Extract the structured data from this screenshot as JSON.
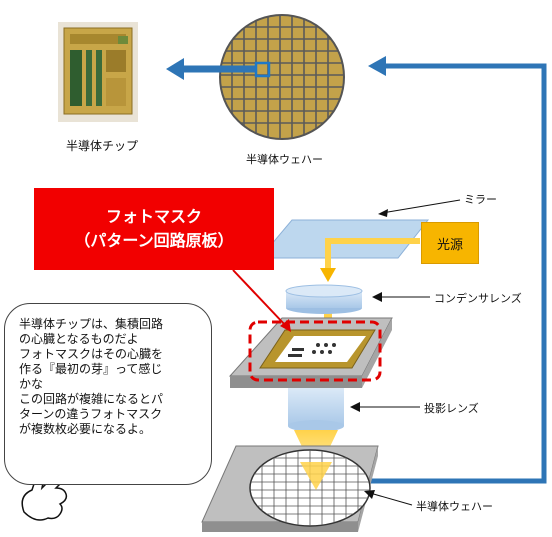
{
  "labels": {
    "chip": "半導体チップ",
    "wafer_top": "半導体ウェハー",
    "mirror": "ミラー",
    "light_source": "光源",
    "condenser": "コンデンサレンズ",
    "projection": "投影レンズ",
    "wafer_bottom": "半導体ウェハー"
  },
  "photomask": {
    "line1": "フォトマスク",
    "line2": "（パターン回路原板）"
  },
  "speech_bubble": {
    "lines": [
      "半導体チップは、集積回路",
      "の心臓となるものだよ",
      "フォトマスクはその心臓を",
      "作る『最初の芽』って感じ",
      "かな",
      "この回路が複雑になるとパ",
      "ターンの違うフォトマスク",
      "が複数枚必要になるよ。"
    ]
  },
  "colors": {
    "arrow_blue": "#2e75b6",
    "mask_red": "#f20000",
    "light_orange": "#f7b500",
    "chip_gold": "#c8a648",
    "lens_blue": "#bdd7ee"
  }
}
